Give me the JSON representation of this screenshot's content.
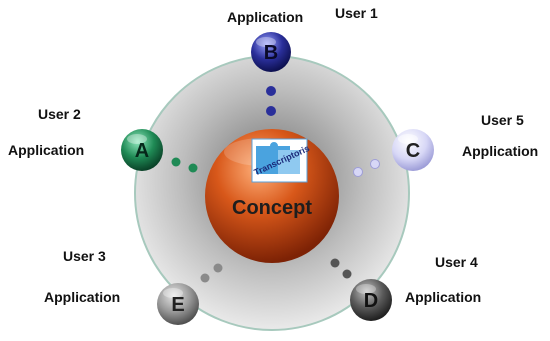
{
  "diagram": {
    "center": {
      "label": "Concept",
      "logo_text": "Transcriptoris"
    },
    "nodes": [
      {
        "id": "B",
        "letter": "B",
        "user": "User 1",
        "app": "Application",
        "color": "#2a2f9a"
      },
      {
        "id": "A",
        "letter": "A",
        "user": "User 2",
        "app": "Application",
        "color": "#1f8a55"
      },
      {
        "id": "C",
        "letter": "C",
        "user": "User 5",
        "app": "Application",
        "color": "#c9c9ef"
      },
      {
        "id": "E",
        "letter": "E",
        "user": "User 3",
        "app": "Application",
        "color": "#8a8a8a"
      },
      {
        "id": "D",
        "letter": "D",
        "user": "User 4",
        "app": "Application",
        "color": "#555555"
      }
    ],
    "colors": {
      "ring_outer": "#a7c9bd",
      "ring_fill": "#dcdcdc",
      "center_ball": "#c44a0e"
    }
  }
}
